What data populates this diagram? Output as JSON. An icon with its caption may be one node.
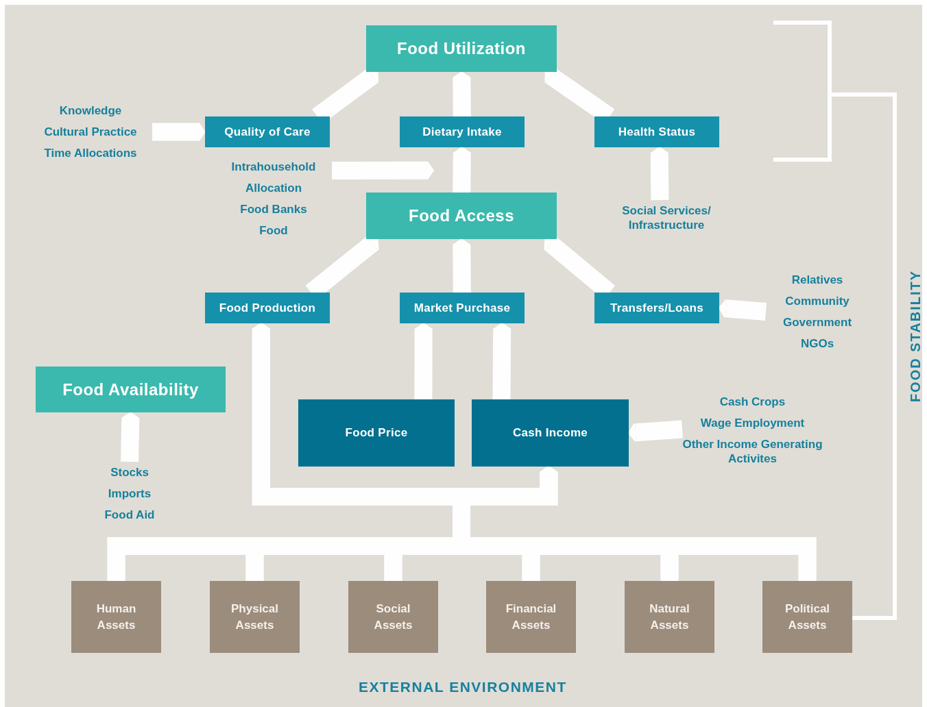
{
  "diagram": {
    "nodes": [
      {
        "text": [
          "Food Utilization"
        ]
      },
      {
        "text": [
          "Quality of Care"
        ]
      },
      {
        "text": [
          "Dietary Intake"
        ]
      },
      {
        "text": [
          "Health Status"
        ]
      },
      {
        "text": [
          "Knowledge",
          "Cultural Practice",
          "Time Allocations"
        ]
      },
      {
        "text": [
          "Intrahousehold",
          "Allocation",
          "Food Banks",
          "Food"
        ]
      },
      {
        "text": [
          "Food Access"
        ]
      },
      {
        "text": [
          "Social Services/ Infrastructure"
        ]
      },
      {
        "text": [
          "Food Production"
        ]
      },
      {
        "text": [
          "Market Purchase"
        ]
      },
      {
        "text": [
          "Transfers/Loans"
        ]
      },
      {
        "text": [
          "Relatives",
          "Community",
          "Government",
          "NGOs"
        ]
      },
      {
        "text": [
          "Food Availability"
        ]
      },
      {
        "text": [
          "Stocks",
          "Imports",
          "Food Aid"
        ]
      },
      {
        "text": [
          "Food Price"
        ]
      },
      {
        "text": [
          "Cash Income"
        ]
      },
      {
        "text": [
          "Cash Crops",
          "Wage Employment",
          "Other Income Generating Activites"
        ]
      },
      {
        "text": [
          "Human Assets"
        ]
      },
      {
        "text": [
          "Physical Assets"
        ]
      },
      {
        "text": [
          "Social Assets"
        ]
      },
      {
        "text": [
          "Financial Assets"
        ]
      },
      {
        "text": [
          "Natural Assets"
        ]
      },
      {
        "text": [
          "Political Assets"
        ]
      }
    ],
    "edges": [
      {
        "from": 1,
        "to": 0,
        "arrow": "to"
      },
      {
        "from": 2,
        "to": 0,
        "arrow": "to"
      },
      {
        "from": 3,
        "to": 0,
        "arrow": "to"
      },
      {
        "from": 4,
        "to": 1,
        "arrow": "to"
      },
      {
        "from": 5,
        "to": 2,
        "arrow": "to"
      },
      {
        "from": 6,
        "to": 2,
        "arrow": "to"
      },
      {
        "from": 7,
        "to": 3,
        "arrow": "to"
      },
      {
        "from": 8,
        "to": 6,
        "arrow": "to"
      },
      {
        "from": 9,
        "to": 6,
        "arrow": "to"
      },
      {
        "from": 10,
        "to": 6,
        "arrow": "to"
      },
      {
        "from": 11,
        "to": 10,
        "arrow": "to"
      },
      {
        "from": 13,
        "to": 12,
        "arrow": "to"
      },
      {
        "from": 14,
        "to": 9,
        "arrow": "to"
      },
      {
        "from": 15,
        "to": 9,
        "arrow": "to"
      },
      {
        "from": 16,
        "to": 15,
        "arrow": "to"
      },
      {
        "from": 17,
        "to": 15,
        "arrow": "to"
      },
      {
        "from": 17,
        "to": 8,
        "arrow": "to"
      },
      {
        "from": 18,
        "to": 15,
        "arrow": "to"
      },
      {
        "from": 18,
        "to": 8,
        "arrow": "to"
      },
      {
        "from": 19,
        "to": 15,
        "arrow": "to"
      },
      {
        "from": 19,
        "to": 8,
        "arrow": "to"
      },
      {
        "from": 20,
        "to": 15,
        "arrow": "to"
      },
      {
        "from": 20,
        "to": 8,
        "arrow": "to"
      },
      {
        "from": 21,
        "to": 15,
        "arrow": "to"
      },
      {
        "from": 21,
        "to": 8,
        "arrow": "to"
      },
      {
        "from": 22,
        "to": 15,
        "arrow": "to"
      },
      {
        "from": 22,
        "to": 8,
        "arrow": "to"
      }
    ],
    "labels": [
      "FOOD STABILITY",
      "EXTERNAL ENVIRONMENT"
    ]
  }
}
